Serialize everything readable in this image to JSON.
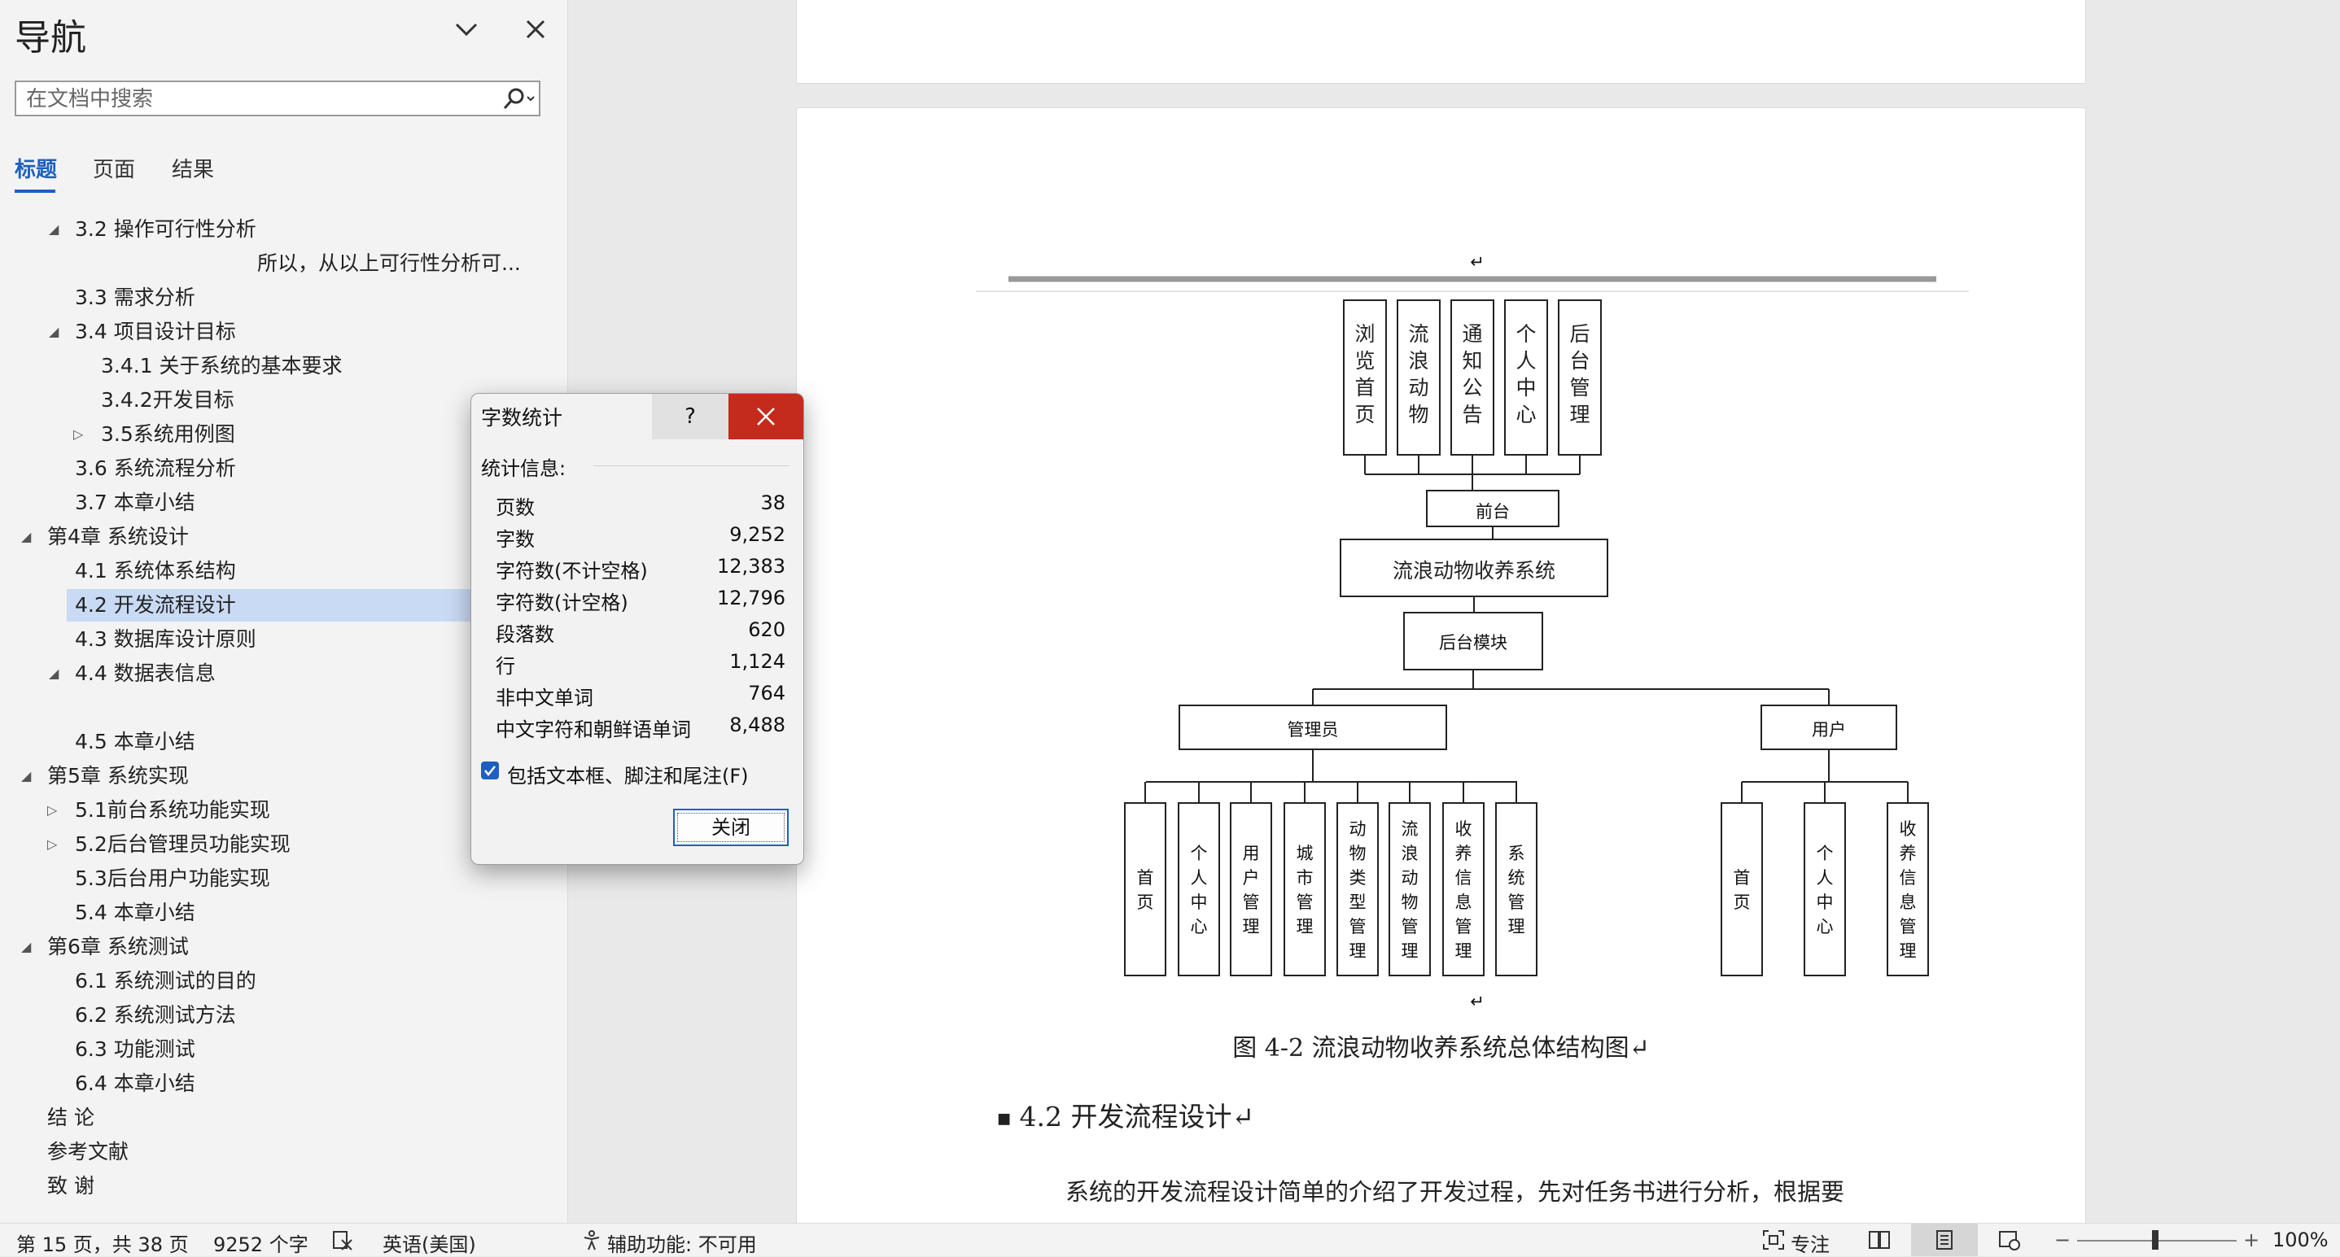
{
  "nav": {
    "title": "导航",
    "search_placeholder": "在文档中搜索",
    "tabs": [
      "标题",
      "页面",
      "结果"
    ],
    "tree": [
      {
        "label": "3.2  操作可行性分析",
        "expanded": true
      },
      {
        "label": "所以，从以上可行性分析可..."
      },
      {
        "label": "3.3 需求分析"
      },
      {
        "label": "3.4 项目设计目标",
        "expanded": true
      },
      {
        "label": "3.4.1 关于系统的基本要求"
      },
      {
        "label": "3.4.2开发目标"
      },
      {
        "label": "3.5系统用例图",
        "expanded": false
      },
      {
        "label": "3.6 系统流程分析"
      },
      {
        "label": "3.7   本章小结"
      },
      {
        "label": "第4章  系统设计",
        "expanded": true
      },
      {
        "label": "4.1 系统体系结构"
      },
      {
        "label": "4.2  开发流程设计",
        "selected": true
      },
      {
        "label": "4.3   数据库设计原则"
      },
      {
        "label": "4.4   数据表信息",
        "expanded": true
      },
      {
        "label": "4.5   本章小结"
      },
      {
        "label": "第5章  系统实现",
        "expanded": true
      },
      {
        "label": "5.1前台系统功能实现",
        "expanded": false
      },
      {
        "label": "5.2后台管理员功能实现",
        "expanded": false
      },
      {
        "label": "5.3后台用户功能实现"
      },
      {
        "label": "5.4 本章小结"
      },
      {
        "label": "第6章  系统测试",
        "expanded": true
      },
      {
        "label": "6.1   系统测试的目的"
      },
      {
        "label": "6.2   系统测试方法"
      },
      {
        "label": "6.3   功能测试"
      },
      {
        "label": "6.4   本章小结"
      },
      {
        "label": "结  论"
      },
      {
        "label": "参考文献"
      },
      {
        "label": "致  谢"
      }
    ]
  },
  "dialog": {
    "title": "字数统计",
    "help": "?",
    "stats_label": "统计信息:",
    "stats": [
      {
        "label": "页数",
        "value": "38"
      },
      {
        "label": "字数",
        "value": "9,252"
      },
      {
        "label": "字符数(不计空格)",
        "value": "12,383"
      },
      {
        "label": "字符数(计空格)",
        "value": "12,796"
      },
      {
        "label": "段落数",
        "value": "620"
      },
      {
        "label": "行",
        "value": "1,124"
      },
      {
        "label": "非中文单词",
        "value": "764"
      },
      {
        "label": "中文字符和朝鲜语单词",
        "value": "8,488"
      }
    ],
    "checkbox_label": "包括文本框、脚注和尾注(F)",
    "checkbox_checked": true,
    "close_button": "关闭"
  },
  "document": {
    "diagram": {
      "top_row": [
        "浏览首页",
        "流浪动物",
        "通知公告",
        "个人中心",
        "后台管理"
      ],
      "front": "前台",
      "system": "流浪动物收养系统",
      "backend": "后台模块",
      "admin": "管理员",
      "user": "用户",
      "admin_items": [
        "首页",
        "个人中心",
        "用户管理",
        "城市管理",
        "动物类型管理",
        "流浪动物管理",
        "收养信息管理",
        "系统管理"
      ],
      "user_items": [
        "首页",
        "个人中心",
        "收养信息管理"
      ]
    },
    "caption": "图 4-2  流浪动物收养系统总体结构图↵",
    "section_heading": "4.2   开发流程设计↵",
    "body_text": "系统的开发流程设计简单的介绍了开发过程，先对任务书进行分析，根据要"
  },
  "status_bar": {
    "page": "第 15 页，共 38 页",
    "words": "9252 个字",
    "language": "英语(美国)",
    "accessibility": "辅助功能: 不可用",
    "focus": "专注",
    "zoom": "100%"
  }
}
